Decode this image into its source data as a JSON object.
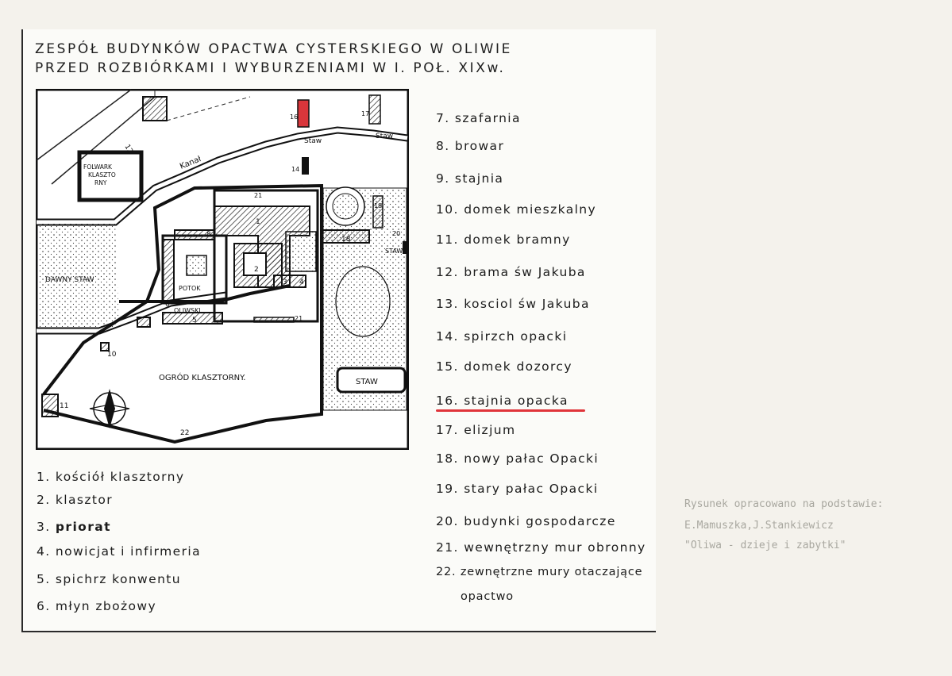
{
  "title": {
    "line1": "ZESPÓŁ BUDYNKÓW OPACTWA CYSTERSKIEGO W OLIWIE",
    "line2": "PRZED ROZBIÓRKAMI I WYBURZENIAMI W I. POŁ. XIXw."
  },
  "map": {
    "labels": {
      "folwark": [
        "FOLWARK",
        "KLASZTO",
        "RNY"
      ],
      "kanal": "Kanał",
      "dawny_staw": "DAWNY STAW",
      "potok": "POTOK",
      "oliwski": "OLIWSKI",
      "ogrod": "OGRÓD KLASZTORNY.",
      "staw": "Staw",
      "staw_caps": "STAW"
    },
    "numbers": [
      "1",
      "2",
      "3",
      "4",
      "5",
      "6",
      "8",
      "10",
      "11",
      "12",
      "14",
      "16",
      "17",
      "18",
      "19",
      "20",
      "21",
      "22"
    ],
    "colors": {
      "highlight": "#d9363b",
      "ink": "#1a1a1a"
    }
  },
  "legend_left": [
    {
      "num": "1.",
      "text": "kościół klasztorny"
    },
    {
      "num": "2.",
      "text": "klasztor"
    },
    {
      "num": "3.",
      "text": "priorat"
    },
    {
      "num": "4.",
      "text": "nowicjat i infirmeria"
    },
    {
      "num": "5.",
      "text": "spichrz konwentu"
    },
    {
      "num": "6.",
      "text": "młyn zbożowy"
    }
  ],
  "legend_right": [
    {
      "num": "7.",
      "text": "szafarnia"
    },
    {
      "num": "8.",
      "text": "browar"
    },
    {
      "num": "9.",
      "text": "stajnia"
    },
    {
      "num": "10.",
      "text": "domek mieszkalny"
    },
    {
      "num": "11.",
      "text": "domek bramny"
    },
    {
      "num": "12.",
      "text": "brama św Jakuba"
    },
    {
      "num": "13.",
      "text": "kosciol św Jakuba"
    },
    {
      "num": "14.",
      "text": "spirzch opacki"
    },
    {
      "num": "15.",
      "text": "domek dozorcy"
    },
    {
      "num": "16.",
      "text": "stajnia opacka"
    },
    {
      "num": "17.",
      "text": "elizjum"
    },
    {
      "num": "18.",
      "text": "nowy pałac Opacki"
    },
    {
      "num": "19.",
      "text": "stary pałac Opacki"
    },
    {
      "num": "20.",
      "text": "budynki gospodarcze"
    },
    {
      "num": "21.",
      "text": "wewnętrzny mur obronny"
    },
    {
      "num": "22.",
      "text": "zewnętrzne mury otaczające"
    },
    {
      "num": "",
      "text": "opactwo"
    }
  ],
  "source": {
    "line1": "Rysunek opracowano na podstawie:",
    "line2": "E.Mamuszka,J.Stankiewicz",
    "line3": "\"Oliwa - dzieje i zabytki\""
  },
  "highlight_color": "#e0343a"
}
